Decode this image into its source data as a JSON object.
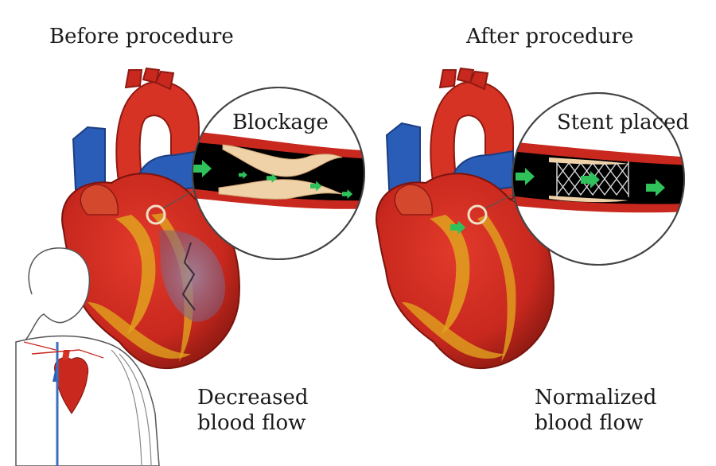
{
  "panels": {
    "before": {
      "title": "Before procedure",
      "callout": "Blockage",
      "caption_line1": "Decreased",
      "caption_line2": "blood flow"
    },
    "after": {
      "title": "After procedure",
      "callout": "Stent placed",
      "caption_line1": "Normalized",
      "caption_line2": "blood flow"
    }
  },
  "colors": {
    "heart_red": "#c8281e",
    "vein_blue": "#2a5db8",
    "fat_yellow": "#e0a21e",
    "plaque": "#f0d2a8",
    "flow_arrow": "#2fc25b",
    "ischemia_purple": "#8a6d93"
  },
  "icons": [
    "heart-icon",
    "artery-icon",
    "stent-icon",
    "flow-arrow-icon",
    "person-silhouette-icon"
  ]
}
